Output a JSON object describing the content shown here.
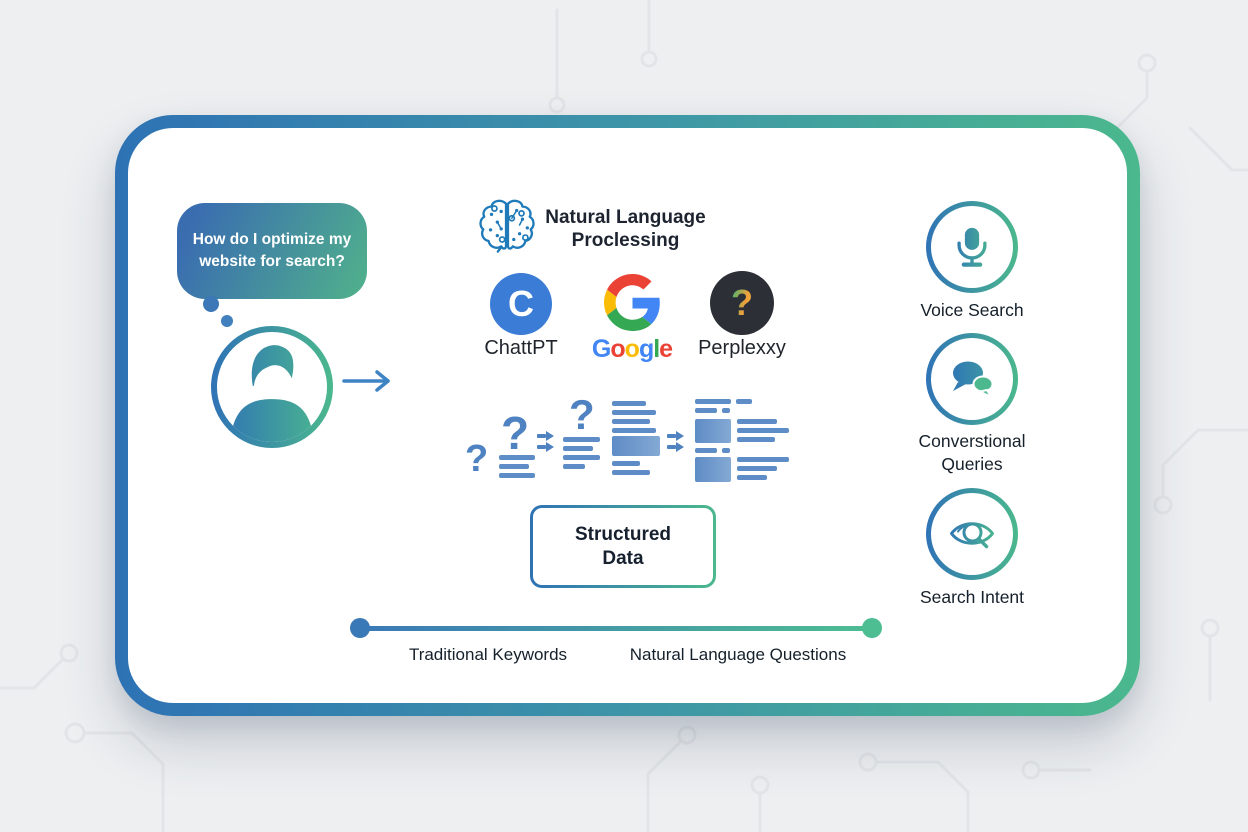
{
  "colors": {
    "accent_blue": "#2e72b4",
    "accent_green": "#4bb88d",
    "diagram_blue": "#5e8cc6",
    "chatgpt_blue": "#3b7cd6",
    "perplexity_dark": "#2c3036",
    "google_blue": "#4285F4",
    "google_red": "#EA4335",
    "google_yellow": "#FBBC05",
    "google_green": "#34A853"
  },
  "speech_bubble": {
    "text": "How do I optimize my website for search?"
  },
  "nlp": {
    "title_line1": "Natural Language",
    "title_line2": "Proclessing"
  },
  "engines": [
    {
      "label": "ChattPT",
      "monogram": "C"
    },
    {
      "label": "Google",
      "wordmark": [
        "G",
        "o",
        "o",
        "g",
        "l",
        "e"
      ]
    },
    {
      "label": "Perplexxy",
      "monogram": "?"
    }
  ],
  "diagram": {
    "question_mark": "?"
  },
  "structured_data": {
    "line1": "Structured",
    "line2": "Data"
  },
  "spectrum": {
    "left_label": "Traditional Keywords",
    "right_label": "Natural Language Questions"
  },
  "features": [
    {
      "lines": [
        "Voice Search"
      ]
    },
    {
      "lines": [
        "Converstional",
        "Queries"
      ]
    },
    {
      "lines": [
        "Search Intent"
      ]
    }
  ]
}
